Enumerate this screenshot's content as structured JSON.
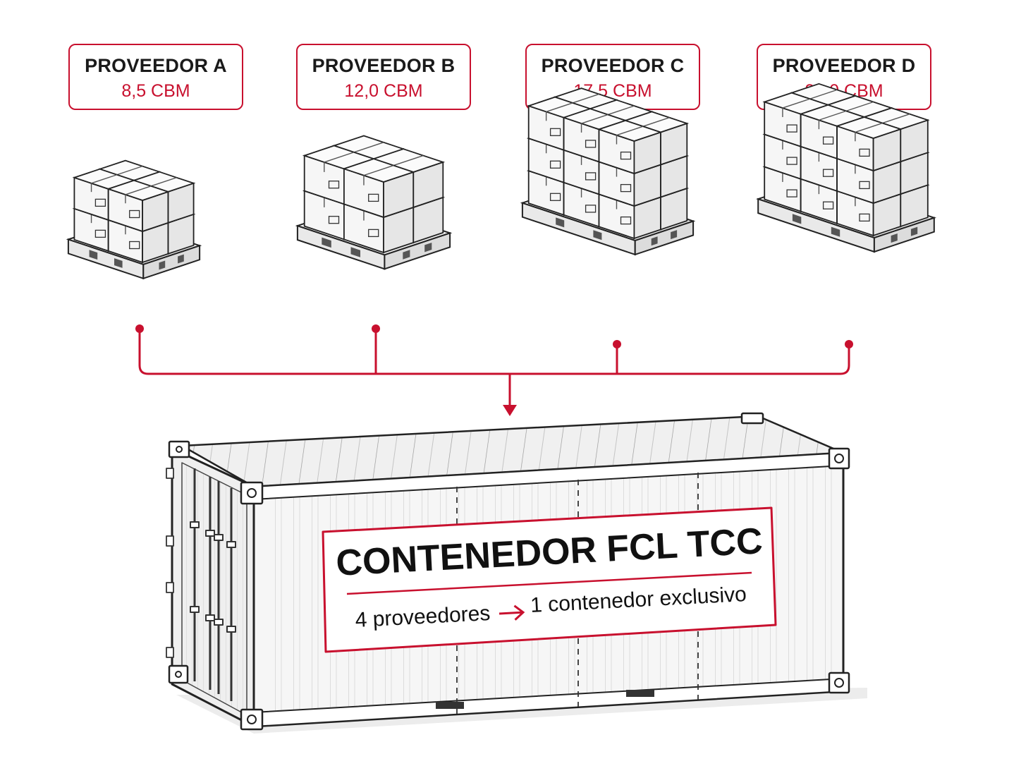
{
  "suppliers": [
    {
      "name": "PROVEEDOR A",
      "volume": "8,5 CBM"
    },
    {
      "name": "PROVEEDOR B",
      "volume": "12,0 CBM"
    },
    {
      "name": "PROVEEDOR C",
      "volume": "17,5 CBM"
    },
    {
      "name": "PROVEEDOR D",
      "volume": "22,0 CBM"
    }
  ],
  "container": {
    "title": "CONTENEDOR FCL TCC",
    "subtitle_left": "4 proveedores",
    "subtitle_right": "1 contenedor exclusivo"
  },
  "colors": {
    "accent": "#c8102e",
    "line": "#222222",
    "container_fill": "#f4f4f4",
    "box_fill": "#f6f6f6"
  },
  "icons": {
    "pallet": "pallet-with-boxes-icon",
    "container": "shipping-container-icon",
    "arrow": "arrow-right-icon"
  }
}
